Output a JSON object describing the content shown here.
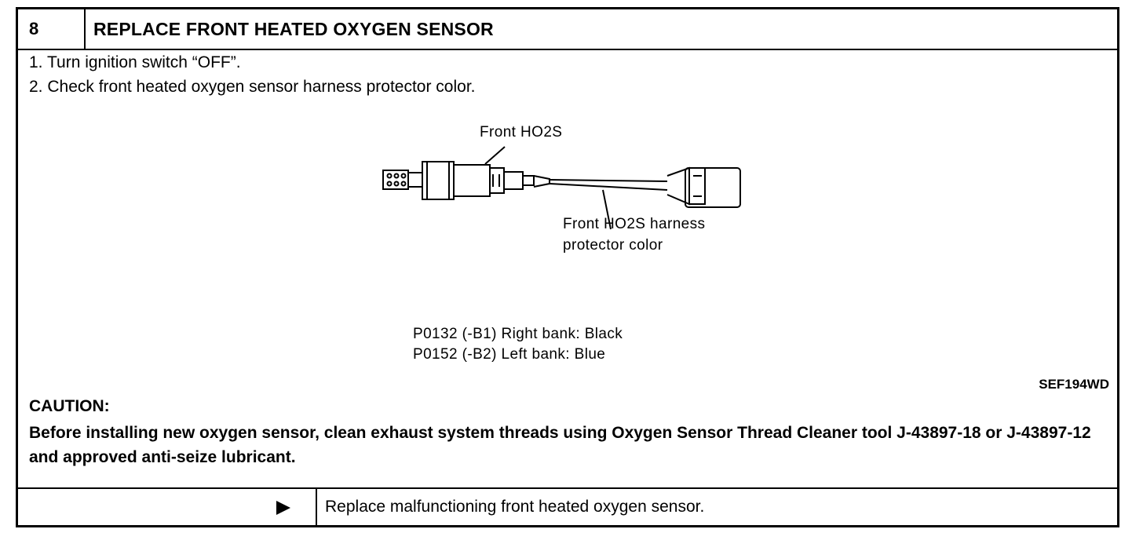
{
  "header": {
    "step_number": "8",
    "title": "REPLACE FRONT HEATED OXYGEN SENSOR"
  },
  "steps": [
    "1. Turn ignition switch “OFF”.",
    "2. Check front heated oxygen sensor harness protector color."
  ],
  "diagram": {
    "sensor_label": "Front HO2S",
    "harness_label_line1": "Front HO2S harness",
    "harness_label_line2": "protector color",
    "color_line1": "P0132 (-B1) Right bank: Black",
    "color_line2": "P0152 (-B2) Left bank: Blue",
    "figure_ref": "SEF194WD"
  },
  "caution": {
    "title": "CAUTION:",
    "text": "Before installing new oxygen sensor, clean exhaust system threads using Oxygen Sensor Thread Cleaner tool J-43897-18 or J-43897-12 and approved anti-seize lubricant."
  },
  "footer": {
    "arrow_icon": "right-triangle-icon",
    "action_text": "Replace malfunctioning front heated oxygen sensor."
  }
}
